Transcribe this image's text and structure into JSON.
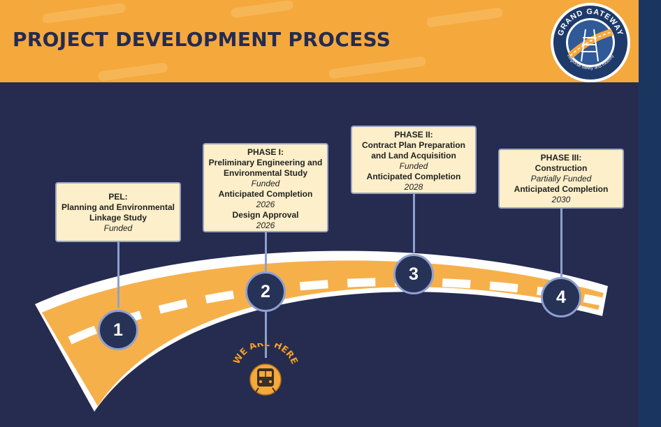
{
  "header": {
    "title": "PROJECT DEVELOPMENT PROCESS"
  },
  "logo": {
    "name": "GRAND GATEWAY",
    "tagline": "Regional safety and mobility"
  },
  "badge": {
    "text": "WE ARE HERE"
  },
  "colors": {
    "navy": "#252c4f",
    "orange": "#f5a83c",
    "road": "#f6b04a",
    "box": "#fcefc9",
    "border": "#8fa0cf"
  },
  "steps": [
    {
      "number": "1",
      "title": "PEL:",
      "lines": [
        "Planning and Environmental",
        "Linkage Study"
      ],
      "funding": "Funded",
      "milestones": []
    },
    {
      "number": "2",
      "title": "PHASE I:",
      "lines": [
        "Preliminary Engineering and",
        "Environmental Study"
      ],
      "funding": "Funded",
      "milestones": [
        {
          "label": "Anticipated Completion",
          "value": "2026"
        },
        {
          "label": "Design Approval",
          "value": "2026"
        }
      ]
    },
    {
      "number": "3",
      "title": "PHASE II:",
      "lines": [
        "Contract Plan Preparation",
        "and Land Acquisition"
      ],
      "funding": "Funded",
      "milestones": [
        {
          "label": "Anticipated Completion",
          "value": "2028"
        }
      ]
    },
    {
      "number": "4",
      "title": "PHASE III:",
      "lines": [
        "Construction"
      ],
      "funding": "Partially Funded",
      "milestones": [
        {
          "label": "Anticipated Completion",
          "value": "2030"
        }
      ]
    }
  ]
}
